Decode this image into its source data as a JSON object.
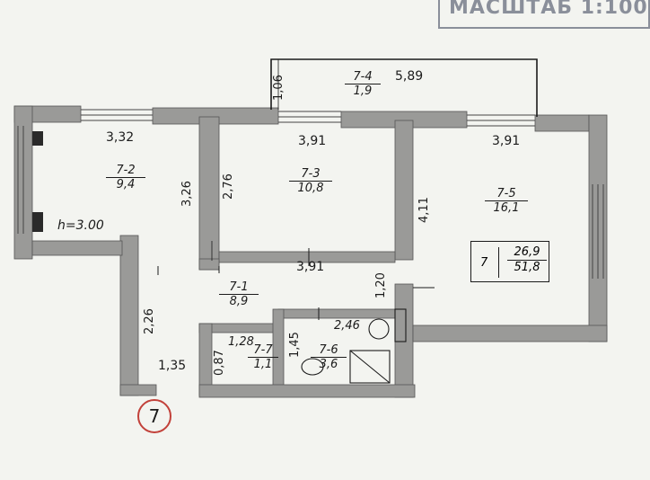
{
  "scale_label": "МАСШТАБ 1:100",
  "ceiling_height": "h=3.00",
  "rooms": [
    {
      "id": "7-1",
      "area": "8,9"
    },
    {
      "id": "7-2",
      "area": "9,4"
    },
    {
      "id": "7-3",
      "area": "10,8"
    },
    {
      "id": "7-4",
      "area": "1,9"
    },
    {
      "id": "7-5",
      "area": "16,1"
    },
    {
      "id": "7-6",
      "area": "3,6"
    },
    {
      "id": "7-7",
      "area": "1,1"
    }
  ],
  "dimensions": {
    "balcony_width": "5,89",
    "balcony_depth": "1,06",
    "room2_width": "3,32",
    "room2_height": "3,26",
    "room3_width_top": "3,91",
    "room3_height": "2,76",
    "room5_width": "3,91",
    "room5_height": "4,11",
    "hall_width": "3,91",
    "hall_opening": "1,20",
    "corridor_height": "2,26",
    "entry_width": "1,35",
    "wc_width": "1,28",
    "wc_height": "0,87",
    "bath_width": "2,46",
    "bath_height": "1,45"
  },
  "apartment_summary": {
    "number": "7",
    "living_area": "26,9",
    "total_area": "51,8"
  },
  "apartment_marker": "7",
  "colors": {
    "wall": "#9a9a98",
    "line": "#1b1b1b",
    "marker": "#c2413a",
    "background": "#f3f4f0"
  }
}
